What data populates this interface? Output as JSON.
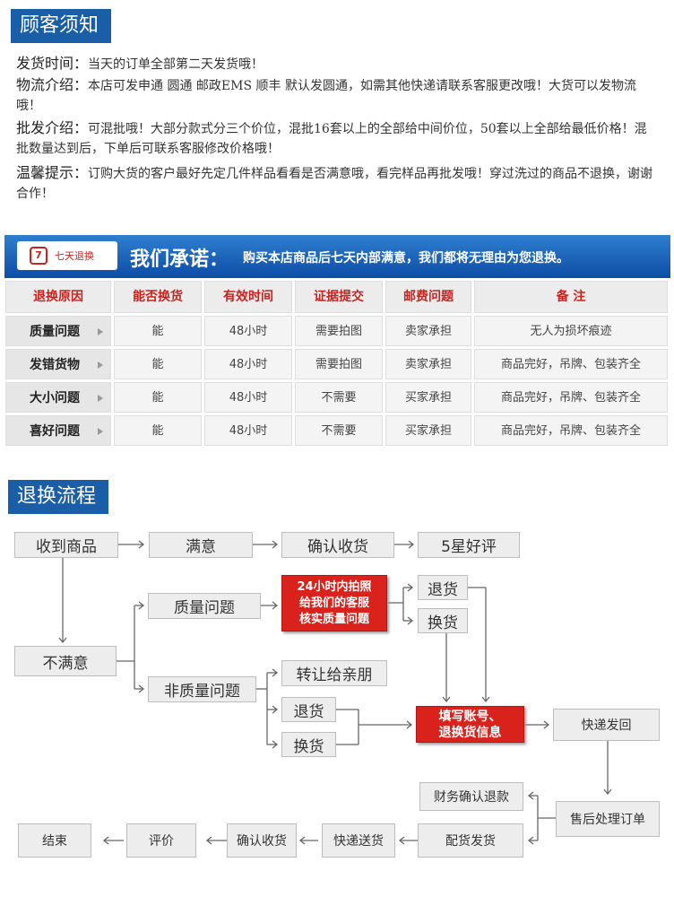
{
  "notice_section": {
    "title": "顾客须知",
    "items": [
      {
        "label": "发货时间：",
        "text": "当天的订单全部第二天发货哦！"
      },
      {
        "label": "物流介绍：",
        "text": "本店可发申通 圆通 邮政EMS 顺丰 默认发圆通，如需其他快递请联系客服更改哦！大货可以发物流哦！"
      },
      {
        "label": "批发介绍：",
        "text": "可混批哦！大部分款式分三个价位，混批16套以上的全部给中间价位，50套以上全部给最低价格！混批数量达到后，下单后可联系客服修改价格哦！"
      },
      {
        "label": "温馨提示：",
        "text": "订购大货的客户最好先定几件样品看看是否满意哦，看完样品再批发哦！穿过洗过的商品不退换，谢谢合作！"
      }
    ]
  },
  "promise_banner": {
    "badge": "七天退换",
    "badge_icon": "7",
    "title": "我们承诺：",
    "subtitle": "购买本店商品后七天内部满意，我们都将无理由为您退换。"
  },
  "return_table": {
    "headers": [
      "退换原因",
      "能否换货",
      "有效时间",
      "证据提交",
      "邮费问题",
      "备 注"
    ],
    "rows": [
      [
        "质量问题",
        "能",
        "48小时",
        "需要拍图",
        "卖家承担",
        "无人为损坏痕迹"
      ],
      [
        "发错货物",
        "能",
        "48小时",
        "需要拍图",
        "卖家承担",
        "商品完好，吊牌、包装齐全"
      ],
      [
        "大小问题",
        "能",
        "48小时",
        "不需要",
        "买家承担",
        "商品完好，吊牌、包装齐全"
      ],
      [
        "喜好问题",
        "能",
        "48小时",
        "不需要",
        "买家承担",
        "商品完好，吊牌、包装齐全"
      ]
    ]
  },
  "flow_section": {
    "title": "退换流程",
    "nodes": {
      "received": "收到商品",
      "satisfied": "满意",
      "confirm_receipt": "确认收货",
      "five_star": "5星好评",
      "unsatisfied": "不满意",
      "quality_issue": "质量问题",
      "photo_note": "24小时内拍照\n给我们的客服\n核实质量问题",
      "return1": "退货",
      "exchange1": "换货",
      "non_quality": "非质量问题",
      "transfer": "转让给亲朋",
      "return2": "退货",
      "exchange2": "换货",
      "fill_info": "填写账号、\n退换货信息",
      "express_back": "快递发回",
      "finance_refund": "财务确认退款",
      "after_sales": "售后处理订单",
      "ship_goods": "配货发货",
      "express_delivery": "快递送货",
      "confirm_receipt2": "确认收货",
      "review": "评价",
      "end": "结束"
    }
  },
  "colors": {
    "accent_blue": "#1a5ea8",
    "alert_red": "#d9221c",
    "header_red": "#c8231f"
  }
}
